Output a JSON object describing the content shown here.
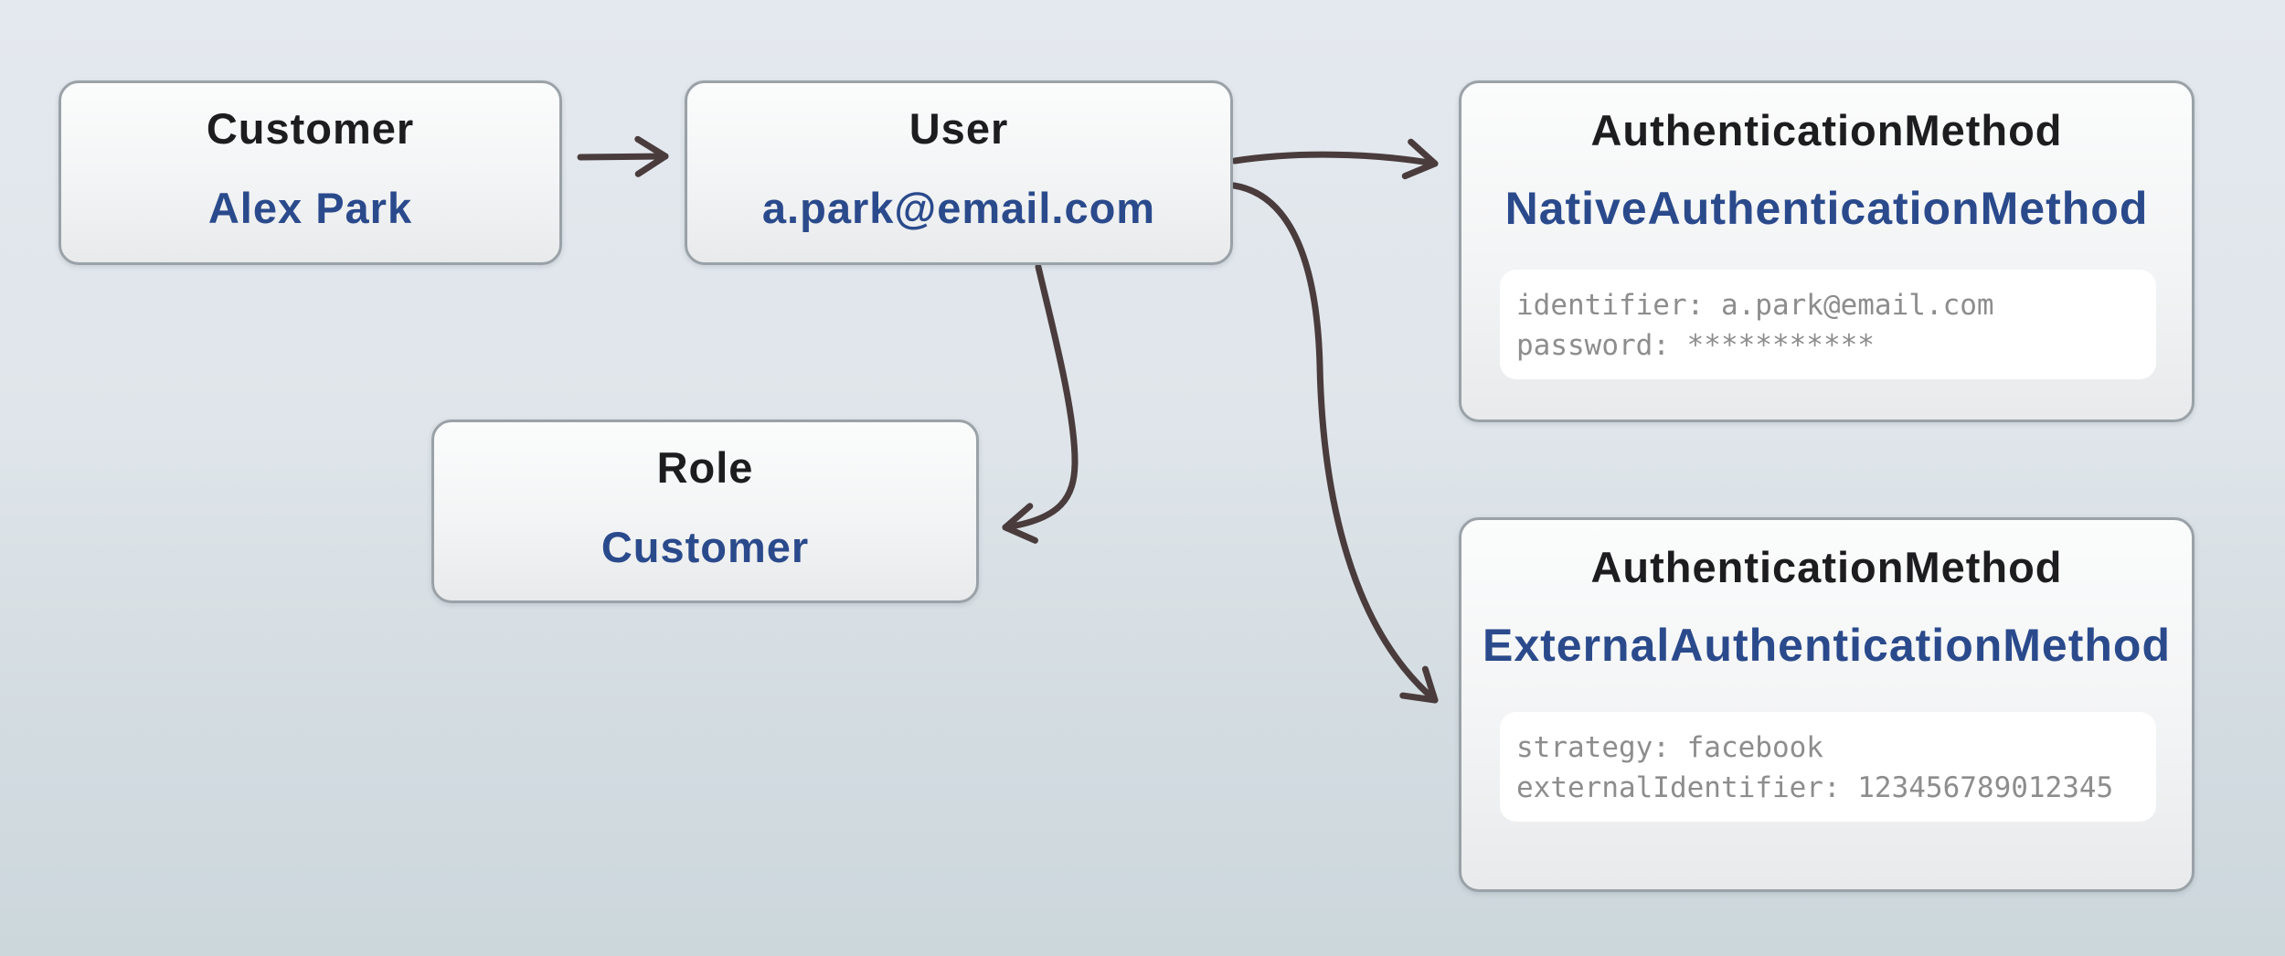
{
  "colors": {
    "accent-blue": "#2a4a8c",
    "title-color": "#1d1d1f",
    "attr-text": "#8d8d8d",
    "node-border": "#9aa2a8",
    "arrow-color": "#4a3c3c",
    "bg-top": "#e4e9ef",
    "bg-bottom": "#ccd7dc",
    "panel-bg": "#ffffff",
    "node-bg-top": "#fbfcfc",
    "node-bg-bottom": "#e8eaeb"
  },
  "nodes": {
    "customer": {
      "title": "Customer",
      "value": "Alex Park"
    },
    "user": {
      "title": "User",
      "value": "a.park@email.com"
    },
    "role": {
      "title": "Role",
      "value": "Customer"
    },
    "nativeAuth": {
      "title": "AuthenticationMethod",
      "subtitle": "NativeAuthenticationMethod",
      "attributes": [
        "identifier: a.park@email.com",
        "password: ***********"
      ]
    },
    "externalAuth": {
      "title": "AuthenticationMethod",
      "subtitle": "ExternalAuthenticationMethod",
      "attributes": [
        "strategy: facebook",
        "externalIdentifier: 123456789012345"
      ]
    }
  },
  "edges": [
    {
      "from": "Customer",
      "to": "User"
    },
    {
      "from": "User",
      "to": "NativeAuthenticationMethod"
    },
    {
      "from": "User",
      "to": "Role"
    },
    {
      "from": "User",
      "to": "ExternalAuthenticationMethod"
    }
  ]
}
